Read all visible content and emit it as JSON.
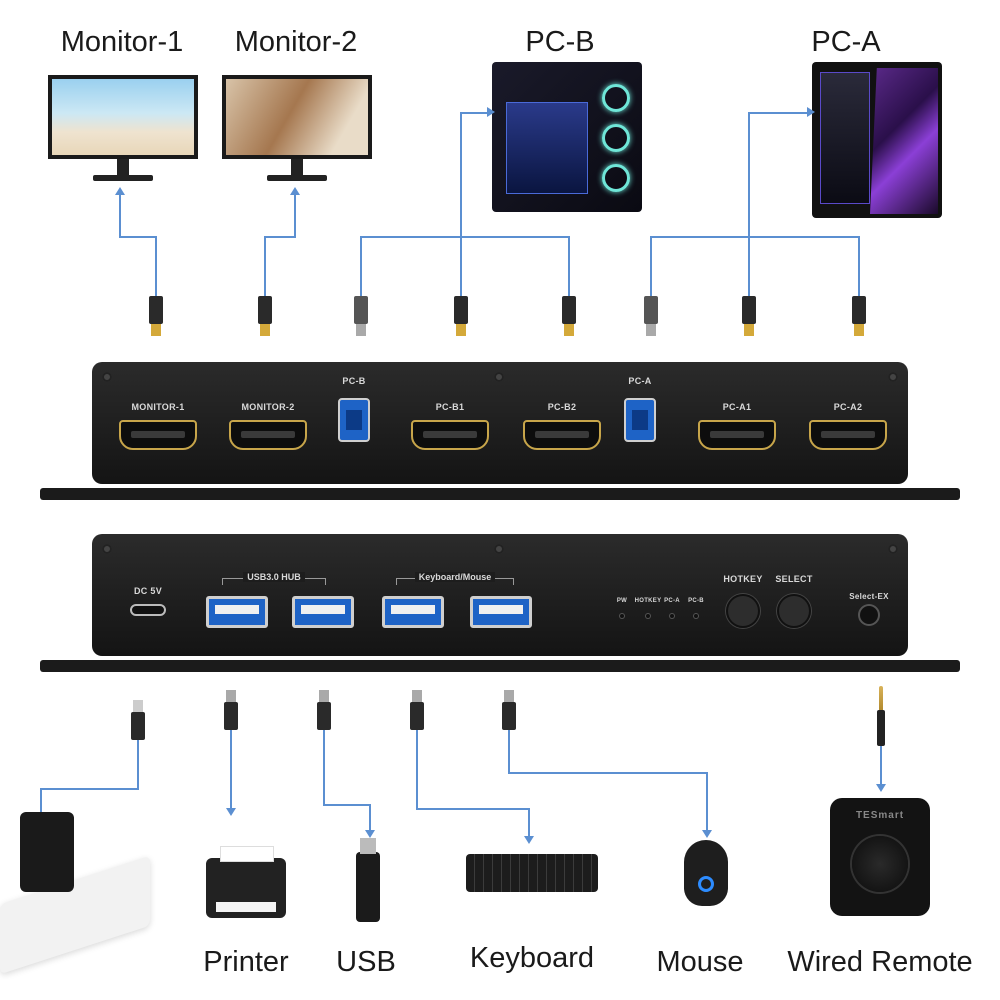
{
  "top_devices": {
    "monitor_1": "Monitor-1",
    "monitor_2": "Monitor-2",
    "pc_b": "PC-B",
    "pc_a": "PC-A"
  },
  "rear_panel": {
    "ports": [
      {
        "id": "monitor-1",
        "label": "MONITOR-1",
        "type": "HDMI"
      },
      {
        "id": "monitor-2",
        "label": "MONITOR-2",
        "type": "HDMI"
      },
      {
        "id": "pc-b",
        "label": "PC-B",
        "type": "USB-B"
      },
      {
        "id": "pc-b1",
        "label": "PC-B1",
        "type": "HDMI"
      },
      {
        "id": "pc-b2",
        "label": "PC-B2",
        "type": "HDMI"
      },
      {
        "id": "pc-a",
        "label": "PC-A",
        "type": "USB-B"
      },
      {
        "id": "pc-a1",
        "label": "PC-A1",
        "type": "HDMI"
      },
      {
        "id": "pc-a2",
        "label": "PC-A2",
        "type": "HDMI"
      }
    ]
  },
  "front_panel": {
    "dc_label": "DC 5V",
    "usb_hub_label": "USB3.0 HUB",
    "kbm_label": "Keyboard/Mouse",
    "leds": [
      "PW",
      "HOTKEY",
      "PC-A",
      "PC-B"
    ],
    "hotkey_label": "HOTKEY",
    "select_label": "SELECT",
    "select_ex_label": "Select-EX"
  },
  "bottom_devices": {
    "printer": "Printer",
    "usb": "USB",
    "keyboard": "Keyboard",
    "mouse": "Mouse",
    "wired_remote": "Wired Remote",
    "remote_brand": "TESmart"
  },
  "colors": {
    "cable": "#5b8fd1",
    "hdmi_gold": "#c7a54a",
    "usb_blue": "#1e63c6"
  }
}
